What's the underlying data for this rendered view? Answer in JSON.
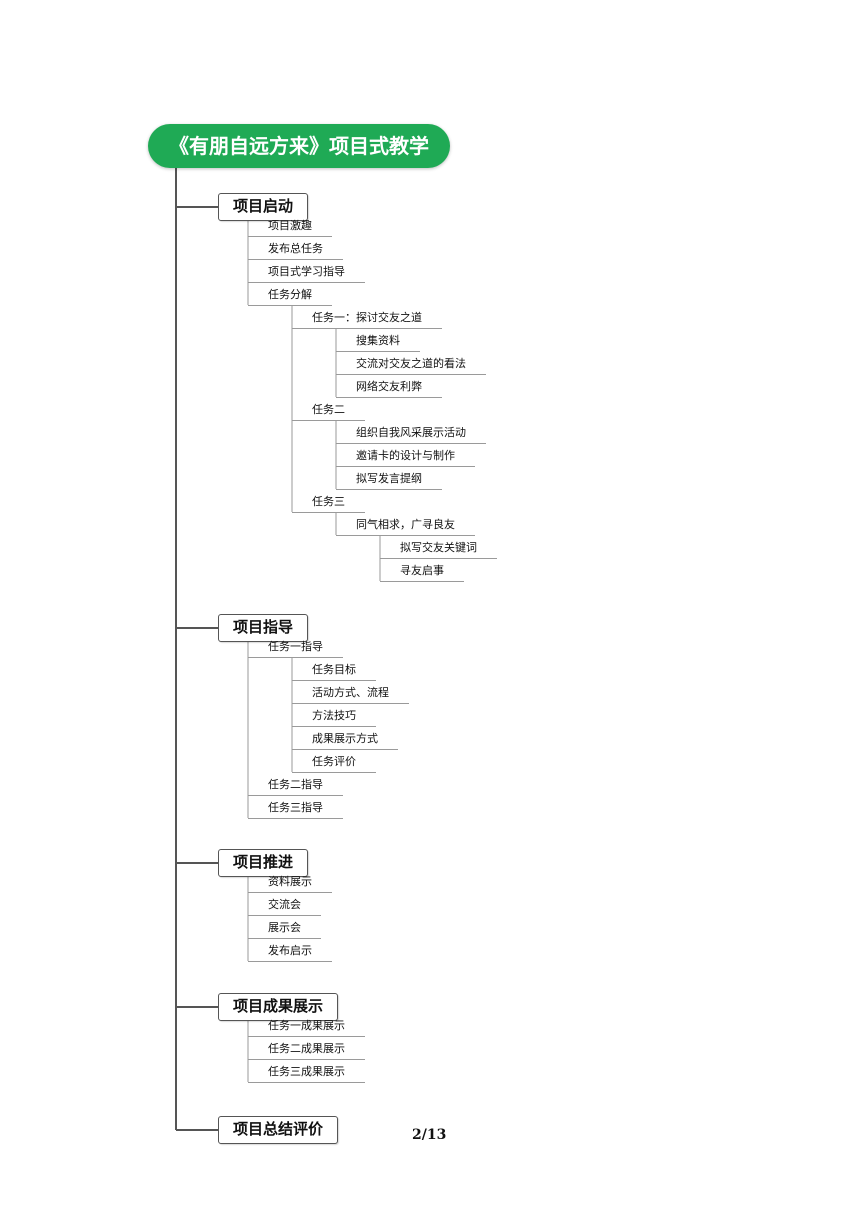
{
  "root": "《有朋自远方来》项目式教学",
  "sections": [
    {
      "label": "项目启动",
      "children": [
        {
          "label": "项目激趣"
        },
        {
          "label": "发布总任务"
        },
        {
          "label": "项目式学习指导"
        },
        {
          "label": "任务分解",
          "children": [
            {
              "label": "任务一：探讨交友之道",
              "children": [
                {
                  "label": "搜集资料"
                },
                {
                  "label": "交流对交友之道的看法"
                },
                {
                  "label": "网络交友利弊"
                }
              ]
            },
            {
              "label": "任务二",
              "children": [
                {
                  "label": "组织自我风采展示活动"
                },
                {
                  "label": "邀请卡的设计与制作"
                },
                {
                  "label": "拟写发言提纲"
                }
              ]
            },
            {
              "label": "任务三",
              "children": [
                {
                  "label": "同气相求，广寻良友",
                  "children": [
                    {
                      "label": "拟写交友关键词"
                    },
                    {
                      "label": "寻友启事"
                    }
                  ]
                }
              ]
            }
          ]
        }
      ]
    },
    {
      "label": "项目指导",
      "children": [
        {
          "label": "任务一指导",
          "children": [
            {
              "label": "任务目标"
            },
            {
              "label": "活动方式、流程"
            },
            {
              "label": "方法技巧"
            },
            {
              "label": "成果展示方式"
            },
            {
              "label": "任务评价"
            }
          ]
        },
        {
          "label": "任务二指导"
        },
        {
          "label": "任务三指导"
        }
      ]
    },
    {
      "label": "项目推进",
      "children": [
        {
          "label": "资料展示"
        },
        {
          "label": "交流会"
        },
        {
          "label": "展示会"
        },
        {
          "label": "发布启示"
        }
      ]
    },
    {
      "label": "项目成果展示",
      "children": [
        {
          "label": "任务一成果展示"
        },
        {
          "label": "任务二成果展示"
        },
        {
          "label": "任务三成果展示"
        }
      ]
    },
    {
      "label": "项目总结评价",
      "children": []
    }
  ],
  "page_number": "2/13",
  "colors": {
    "root_fill": "#1faa55",
    "root_text": "#ffffff",
    "line": "#555555",
    "underline": "#9a9a9a"
  }
}
